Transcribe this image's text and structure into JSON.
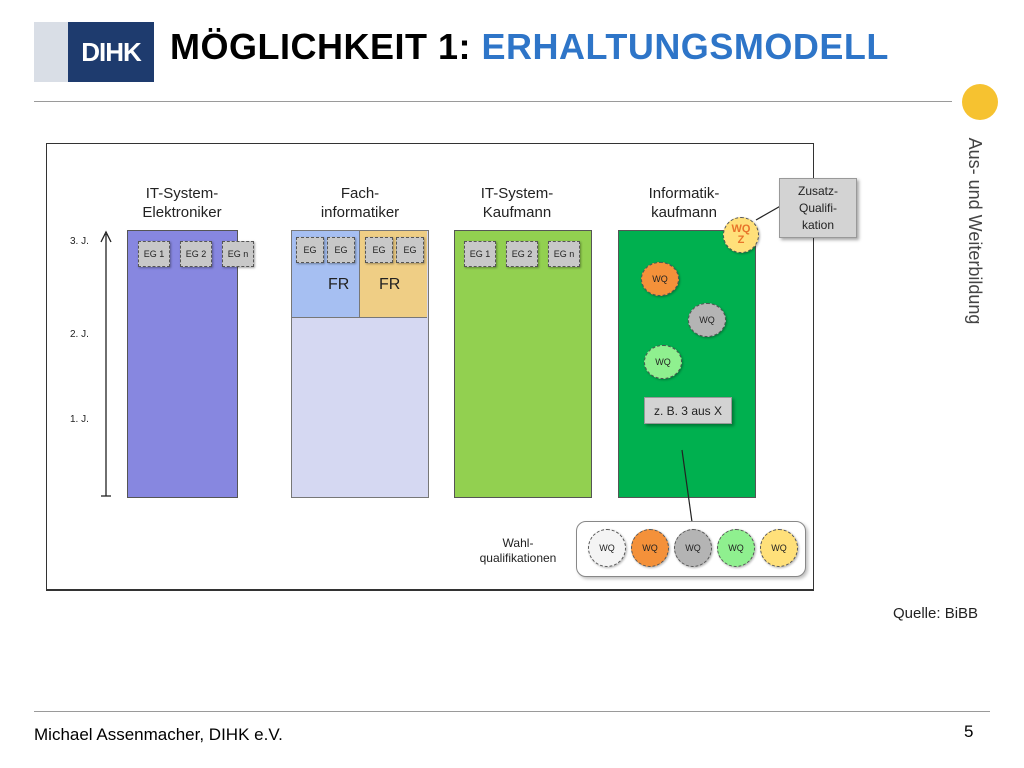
{
  "header": {
    "logo_text": "DIHK",
    "title_prefix": "MÖGLICHKEIT 1: ",
    "title_accent": "ERHALTUNGSMODELL",
    "side_text": "Aus- und Weiterbildung"
  },
  "diagram": {
    "years": [
      "3. J.",
      "2. J.",
      "1. J."
    ],
    "columns": [
      {
        "title_line1": "IT-System-",
        "title_line2": "Elektroniker",
        "eg": [
          "EG 1",
          "EG 2",
          "EG n"
        ]
      },
      {
        "title_line1": "Fach-",
        "title_line2": "informatiker",
        "eg": [
          "EG",
          "EG",
          "EG",
          "EG"
        ],
        "fr_left": "FR",
        "fr_right": "FR"
      },
      {
        "title_line1": "IT-System-",
        "title_line2": "Kaufmann",
        "eg": [
          "EG 1",
          "EG 2",
          "EG n"
        ]
      },
      {
        "title_line1": "Informatik-",
        "title_line2": "kaufmann"
      }
    ],
    "zusatz_label_1": "Zusatz-",
    "zusatz_label_2": "Qualifi-",
    "zusatz_label_3": "kation",
    "wqz_line1": "WQ",
    "wqz_line2": "Z",
    "green_wq": [
      "WQ",
      "WQ",
      "WQ"
    ],
    "example_label": "z. B. 3 aus X",
    "wahl_label_1": "Wahl-",
    "wahl_label_2": "qualifikationen",
    "wahl_items": [
      "WQ",
      "WQ",
      "WQ",
      "WQ",
      "WQ"
    ],
    "colors": {
      "col1": "#8787e0",
      "col2_lower": "#d5d8f2",
      "col2_fr_left": "#a6bff2",
      "col2_fr_right": "#efce85",
      "col3": "#92d050",
      "col4": "#00b04f",
      "wq_orange": "#f4913a",
      "wq_gray": "#b4b4b4",
      "wq_lightgreen": "#8ff08f",
      "wq_yellow": "#ffe07a",
      "wq_white": "#f4f4f4"
    }
  },
  "source": "Quelle: BiBB",
  "footer": {
    "author": "Michael Assenmacher, DIHK e.V.",
    "page": "5"
  }
}
